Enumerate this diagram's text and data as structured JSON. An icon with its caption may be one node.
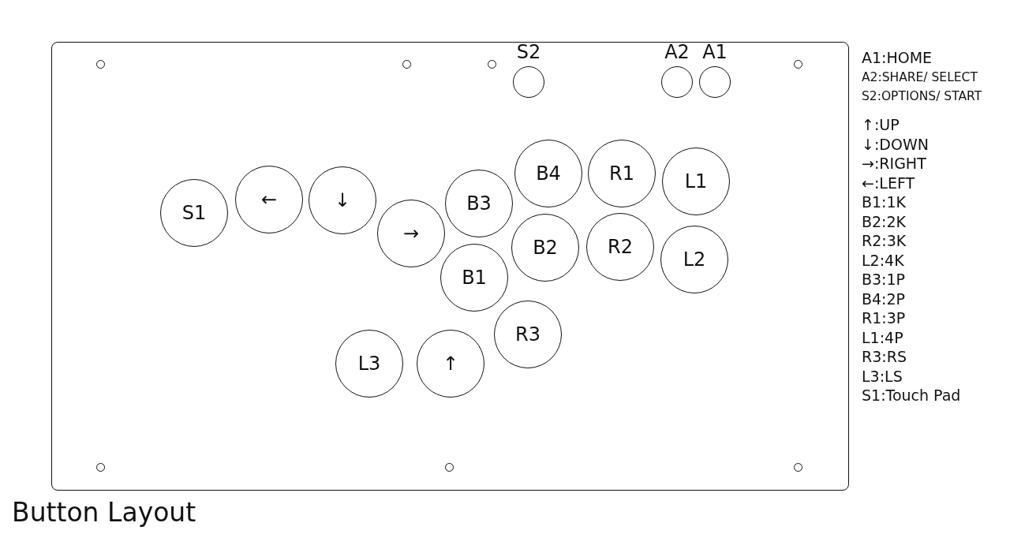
{
  "diagram": {
    "title": "Button Layout",
    "nodes": [
      {
        "text": [],
        "shape": "box"
      },
      {
        "text": [
          "S2"
        ],
        "in": 0
      },
      {
        "text": [
          "A2"
        ],
        "in": 0
      },
      {
        "text": [
          "A1"
        ],
        "in": 0
      },
      {
        "text": [
          "B4"
        ],
        "in": 0
      },
      {
        "text": [
          "R1"
        ],
        "in": 0
      },
      {
        "text": [
          "L1"
        ],
        "in": 0
      },
      {
        "text": [
          "S1"
        ],
        "in": 0
      },
      {
        "text": [
          "←"
        ],
        "in": 0
      },
      {
        "text": [
          "↓"
        ],
        "in": 0
      },
      {
        "text": [
          "B3"
        ],
        "in": 0
      },
      {
        "text": [
          "→"
        ],
        "in": 0
      },
      {
        "text": [
          "B2"
        ],
        "in": 0
      },
      {
        "text": [
          "R2"
        ],
        "in": 0
      },
      {
        "text": [
          "L2"
        ],
        "in": 0
      },
      {
        "text": [
          "B1"
        ],
        "in": 0
      },
      {
        "text": [
          "R3"
        ],
        "in": 0
      },
      {
        "text": [
          "L3"
        ],
        "in": 0
      },
      {
        "text": [
          "↑"
        ],
        "in": 0
      }
    ],
    "edges": [],
    "labels": [
      "A1:HOME",
      "A2:SHARE/ SELECT",
      "S2:OPTIONS/ START",
      "↑:UP",
      "↓:DOWN",
      "→:RIGHT",
      "←:LEFT",
      "B1:1K",
      "B2:2K",
      "R2:3K",
      "L2:4K",
      "B3:1P",
      "B4:2P",
      "R1:3P",
      "L1:4P",
      "R3:RS",
      "L3:LS",
      "S1:Touch Pad"
    ]
  }
}
